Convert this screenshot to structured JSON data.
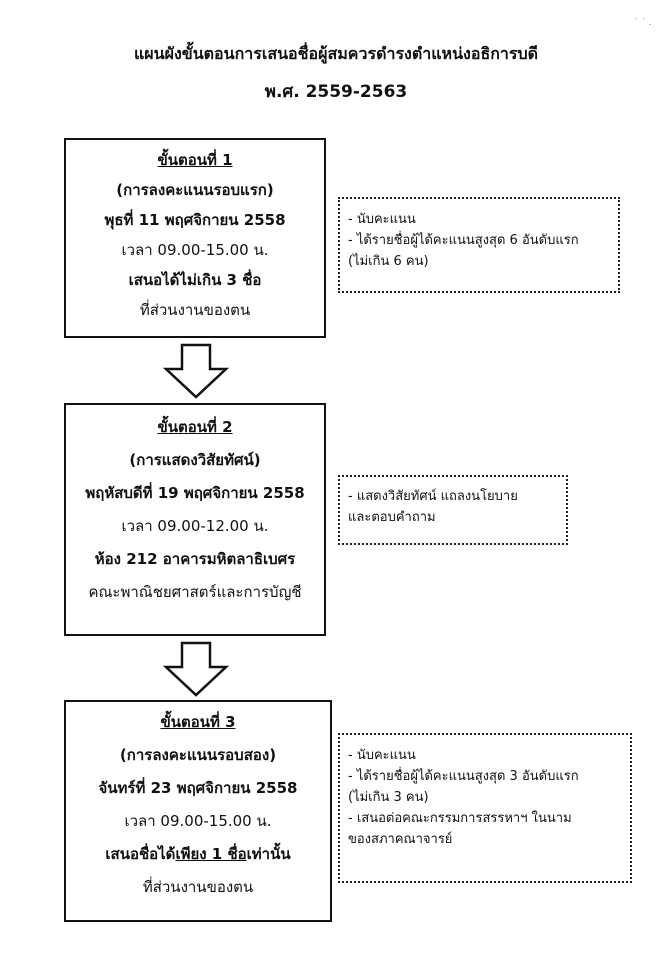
{
  "title": "แผนผังขั้นตอนการเสนอชื่อผู้สมควรดำรงตำแหน่งอธิการบดี",
  "subtitle": "พ.ศ. 2559-2563",
  "steps": [
    {
      "heading": "ขั้นตอนที่ 1",
      "sub": "(การลงคะแนนรอบแรก)",
      "date": "พุธที่ 11 พฤศจิกายน 2558",
      "time": "เวลา 09.00-15.00 น.",
      "detail1": "เสนอได้ไม่เกิน 3 ชื่อ",
      "detail2": "ที่ส่วนงานของตน"
    },
    {
      "heading": "ขั้นตอนที่ 2",
      "sub": "(การแสดงวิสัยทัศน์)",
      "date": "พฤหัสบดีที่ 19 พฤศจิกายน 2558",
      "time": "เวลา 09.00-12.00 น.",
      "detail1": "ห้อง 212 อาคารมหิตลาธิเบศร",
      "detail2": "คณะพาณิชยศาสตร์และการบัญชี"
    },
    {
      "heading": "ขั้นตอนที่ 3",
      "sub": "(การลงคะแนนรอบสอง)",
      "date": "จันทร์ที่ 23 พฤศจิกายน 2558",
      "time": "เวลา 09.00-15.00 น.",
      "detail1_a": "เสนอชื่อได้",
      "detail1_b": "เพียง 1 ชื่อ",
      "detail1_c": "เท่านั้น",
      "detail2": "ที่ส่วนงานของตน"
    }
  ],
  "notes": [
    [
      "- นับคะแนน",
      "- ได้รายชื่อผู้ได้คะแนนสูงสุด 6 อันดับแรก",
      "(ไม่เกิน 6 คน)"
    ],
    [
      "- แสดงวิสัยทัศน์ แถลงนโยบาย",
      "และตอบคำถาม"
    ],
    [
      "- นับคะแนน",
      "- ได้รายชื่อผู้ได้คะแนนสูงสุด 3 อันดับแรก",
      "(ไม่เกิน 3 คน)",
      "- เสนอต่อคณะกรรมการสรรหาฯ ในนาม",
      "ของสภาคณาจารย์"
    ]
  ],
  "colors": {
    "line": "#111111",
    "background": "#ffffff"
  }
}
